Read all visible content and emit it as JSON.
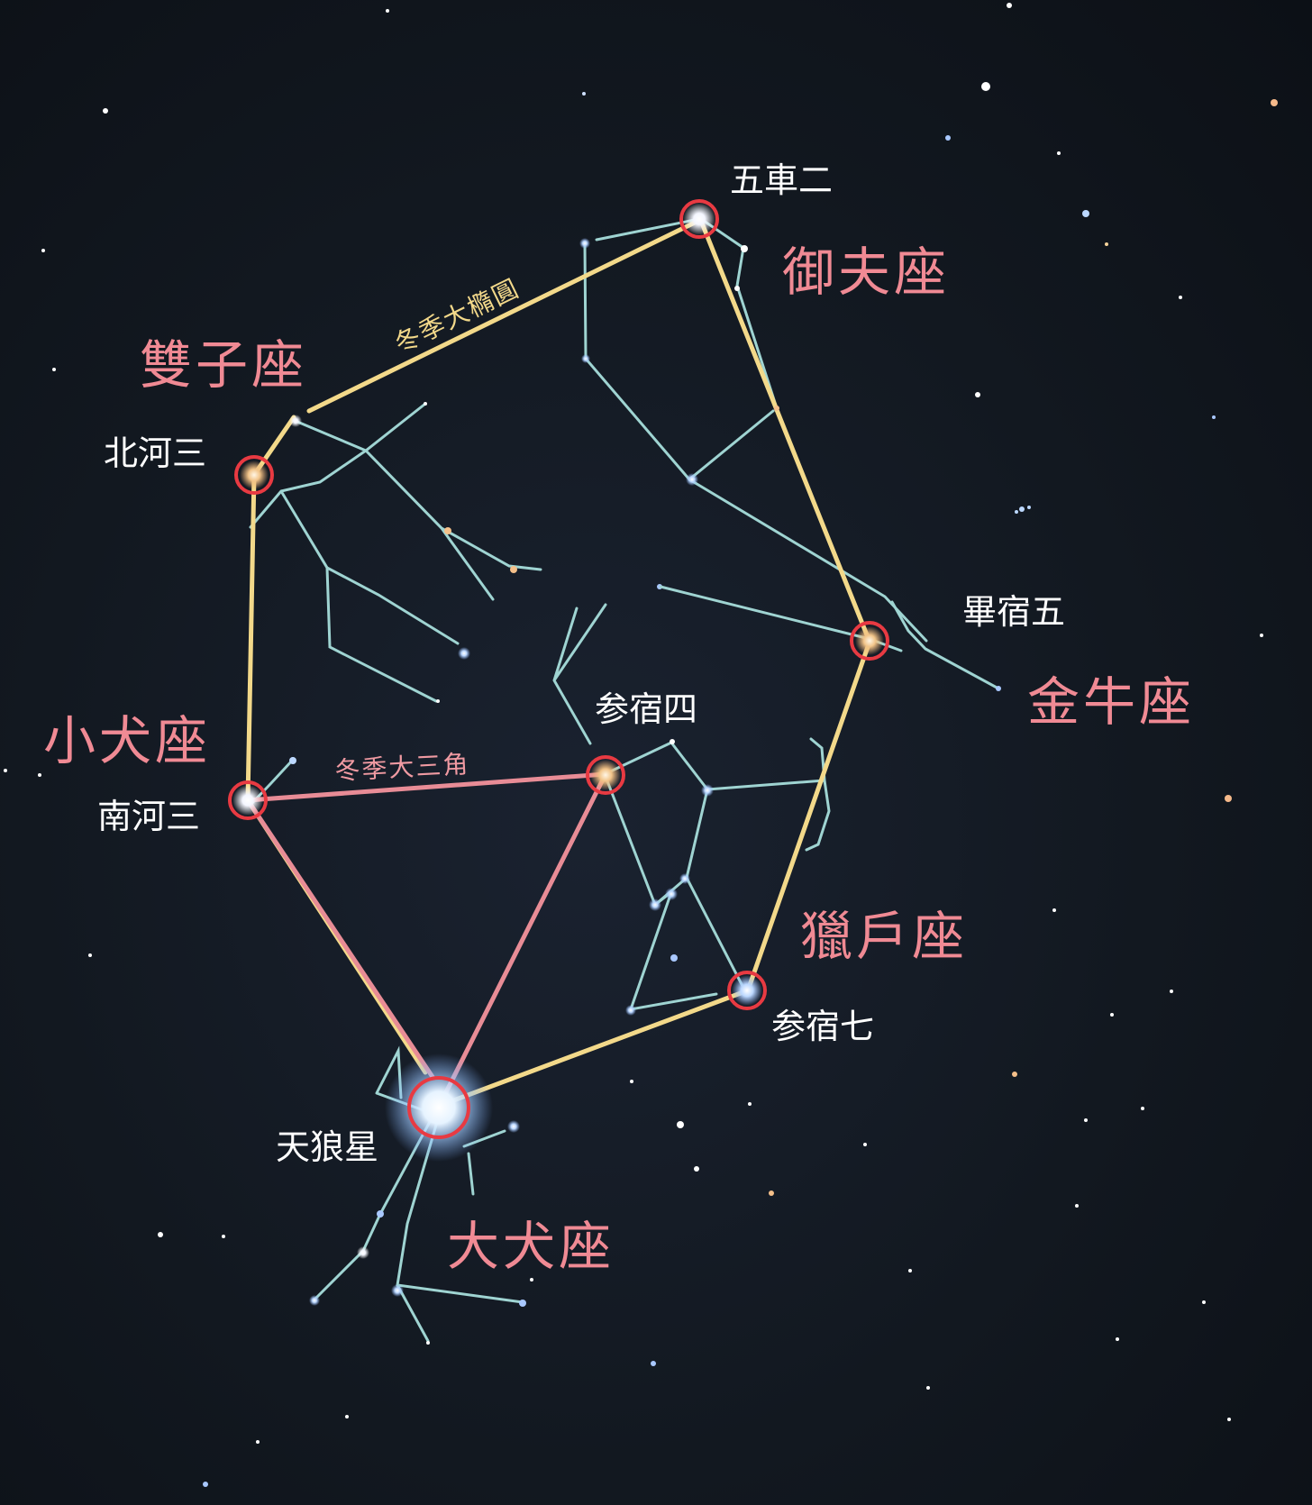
{
  "stars": {
    "capella": "五車二",
    "pollux": "北河三",
    "procyon": "南河三",
    "aldebaran": "畢宿五",
    "betelgeuse": "参宿四",
    "rigel": "参宿七",
    "sirius": "天狼星"
  },
  "constellations": {
    "auriga": "御夫座",
    "gemini": "雙子座",
    "canis_minor": "小犬座",
    "taurus": "金牛座",
    "orion": "獵戶座",
    "canis_major": "大犬座"
  },
  "asterisms": {
    "winter_ellipse": "冬季大橢圓",
    "winter_triangle": "冬季大三角"
  },
  "colors": {
    "ellipse_line": "#f3d98a",
    "triangle_line": "#e88c96",
    "stick_figure": "#9fd4d2",
    "highlight_ring": "#e83a42",
    "constellation_label": "#f08a94"
  }
}
